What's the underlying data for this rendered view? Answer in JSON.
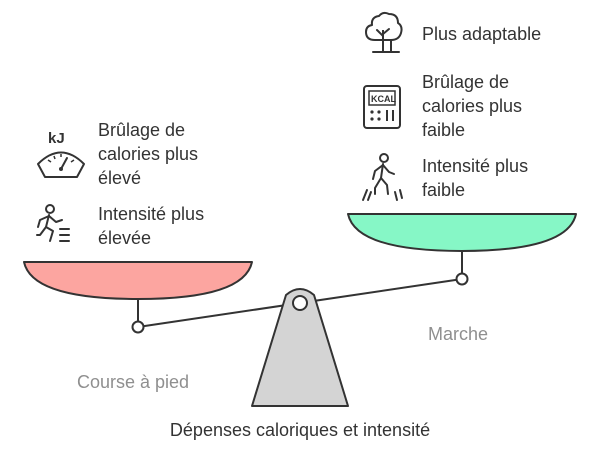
{
  "diagram": {
    "title": "Dépenses caloriques et intensité",
    "left_side": {
      "label": "Course à pied",
      "pan_color": "#fca5a0",
      "items": [
        {
          "icon": "kilojoule-scale-icon",
          "text": "Brûlage de\ncalories plus\nélevé"
        },
        {
          "icon": "running-person-icon",
          "text": "Intensité plus\nélevée"
        }
      ]
    },
    "right_side": {
      "label": "Marche",
      "pan_color": "#86f7c6",
      "items": [
        {
          "icon": "tree-icon",
          "text": "Plus adaptable"
        },
        {
          "icon": "kcal-calculator-icon",
          "text": "Brûlage de\ncalories plus\nfaible"
        },
        {
          "icon": "walking-person-icon",
          "text": "Intensité plus\nfaible"
        }
      ]
    },
    "fulcrum_color": "#d4d4d4",
    "stroke_color": "#333333"
  }
}
